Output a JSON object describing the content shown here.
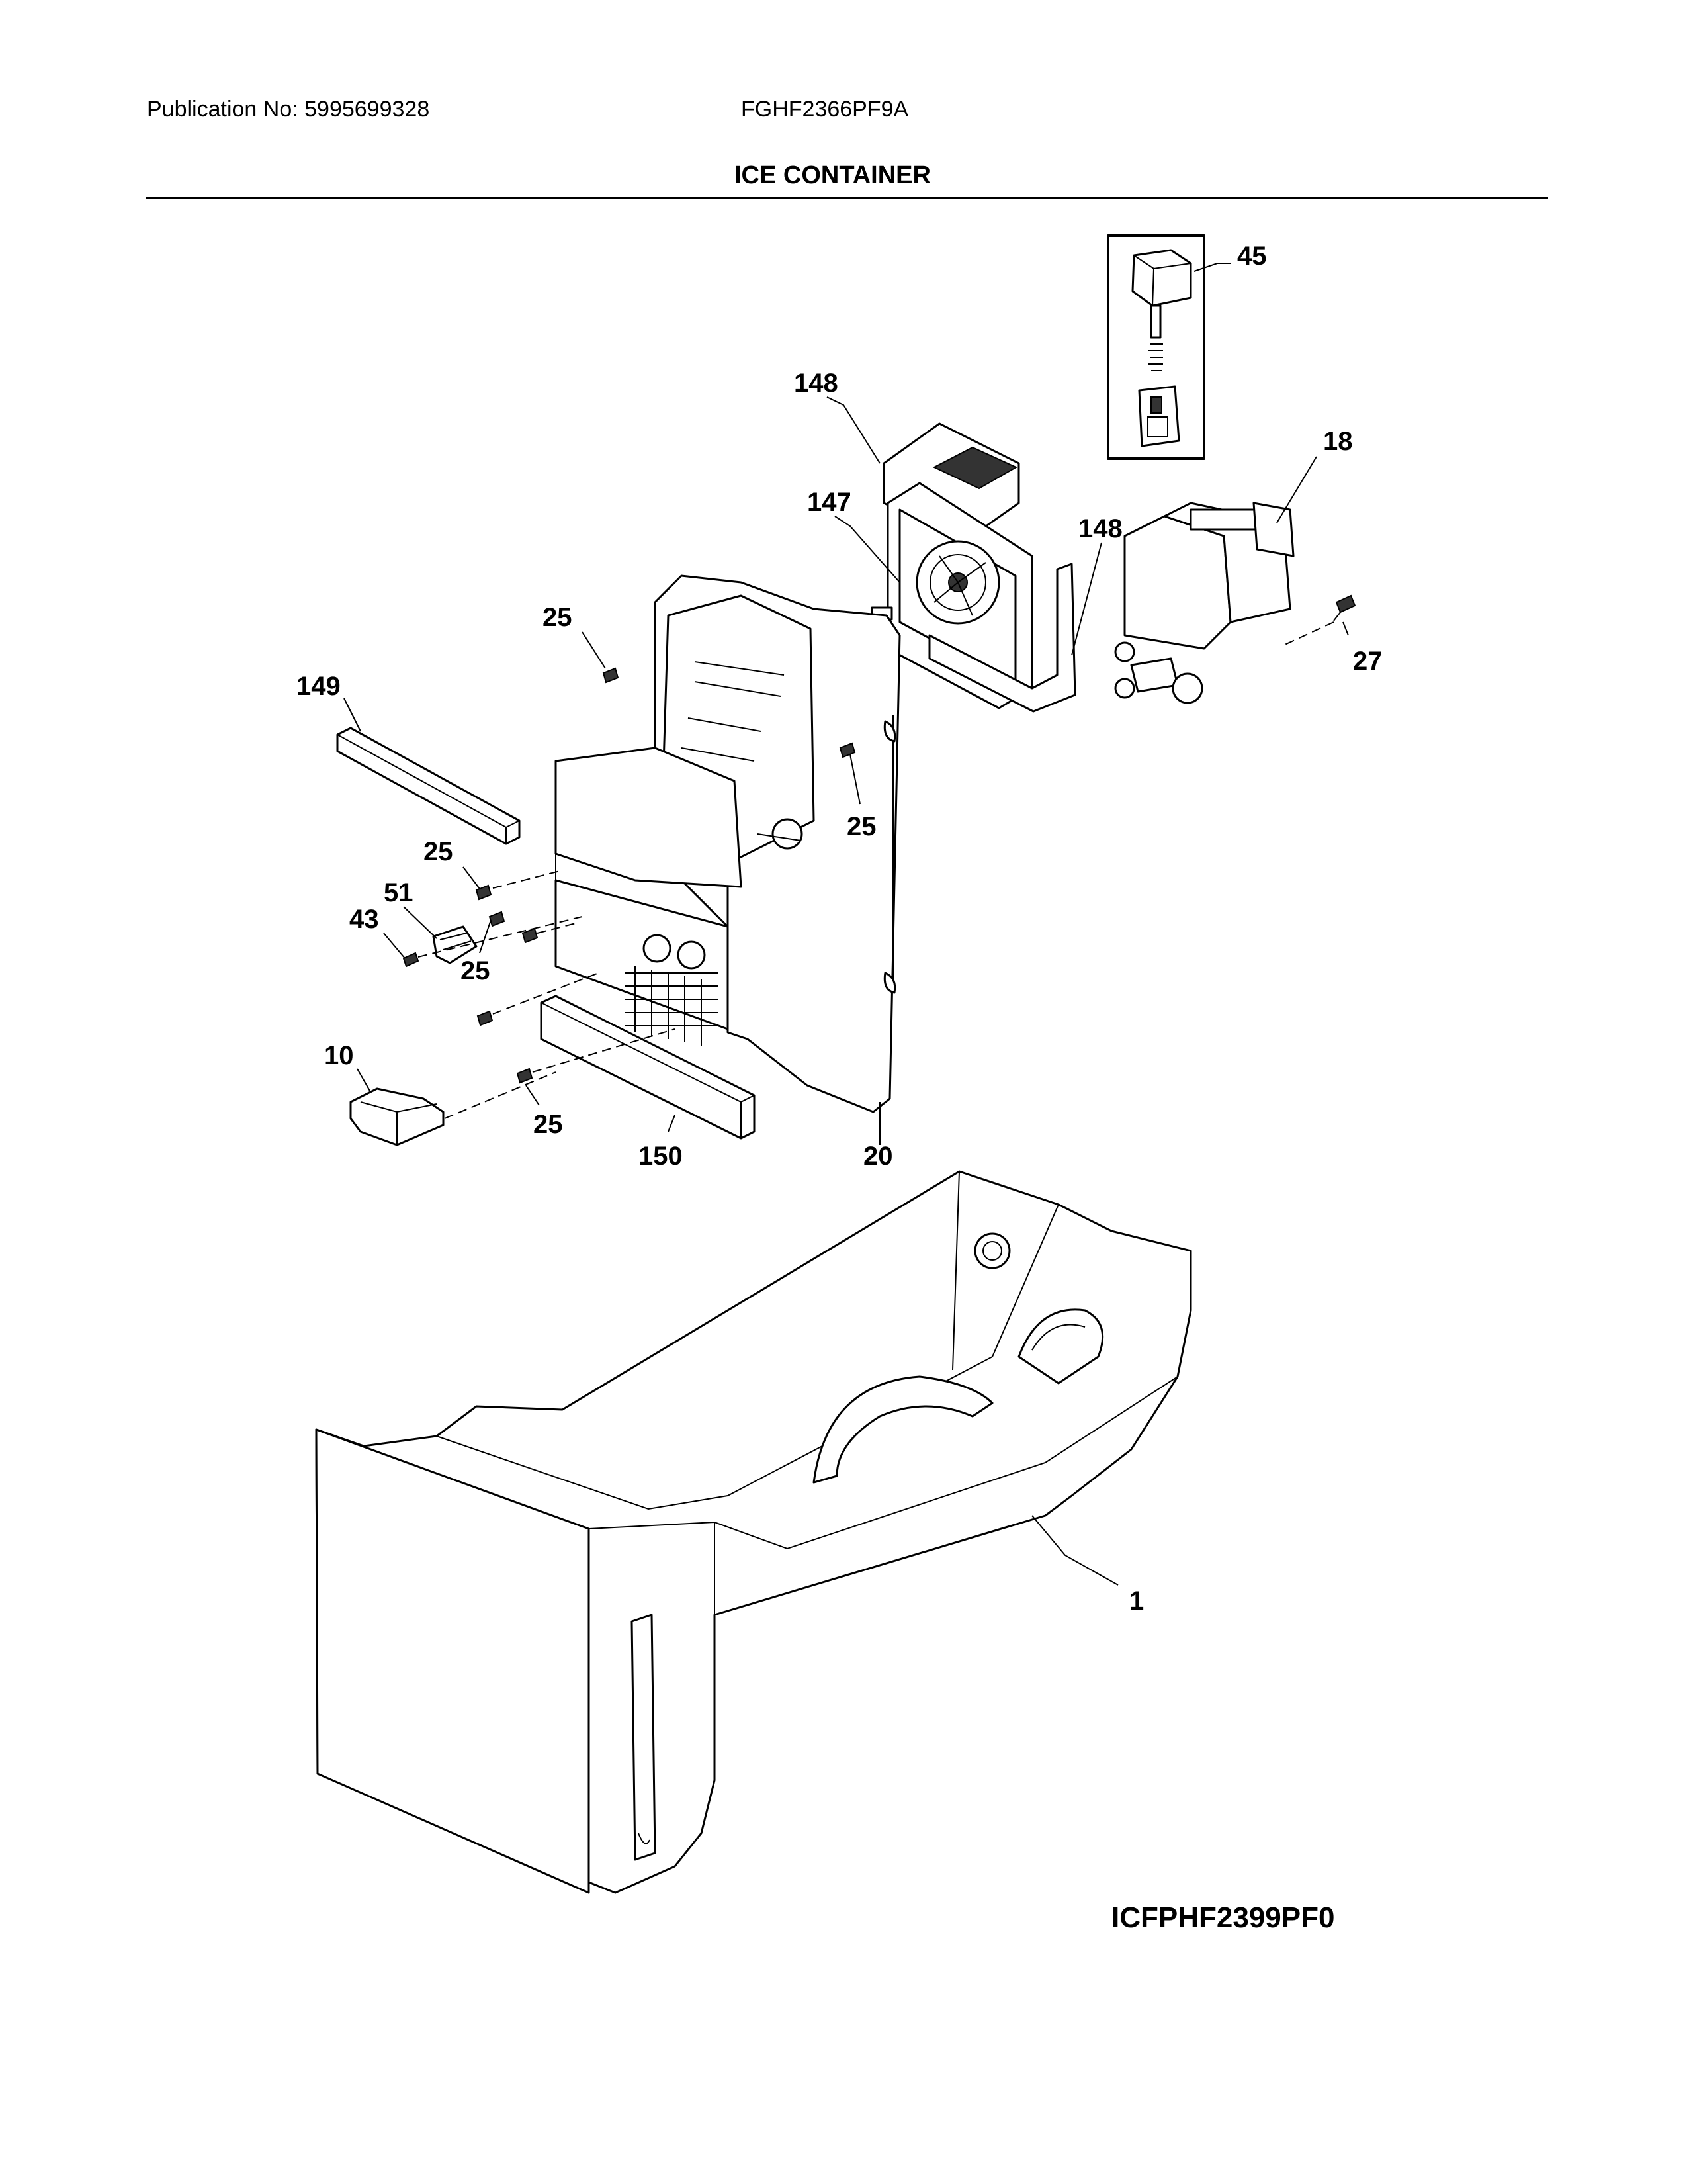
{
  "header": {
    "publication": "Publication No: 5995699328",
    "model": "FGHF2366PF9A",
    "section_title": "ICE CONTAINER"
  },
  "diagram": {
    "code": "ICFPHF2399PF0",
    "labels": [
      {
        "id": "1",
        "text": "1"
      },
      {
        "id": "10",
        "text": "10"
      },
      {
        "id": "18",
        "text": "18"
      },
      {
        "id": "20",
        "text": "20"
      },
      {
        "id": "25a",
        "text": "25"
      },
      {
        "id": "25b",
        "text": "25"
      },
      {
        "id": "25c",
        "text": "25"
      },
      {
        "id": "25d",
        "text": "25"
      },
      {
        "id": "25e",
        "text": "25"
      },
      {
        "id": "27",
        "text": "27"
      },
      {
        "id": "43",
        "text": "43"
      },
      {
        "id": "45",
        "text": "45"
      },
      {
        "id": "51",
        "text": "51"
      },
      {
        "id": "147",
        "text": "147"
      },
      {
        "id": "148a",
        "text": "148"
      },
      {
        "id": "148b",
        "text": "148"
      },
      {
        "id": "149",
        "text": "149"
      },
      {
        "id": "150",
        "text": "150"
      }
    ]
  }
}
